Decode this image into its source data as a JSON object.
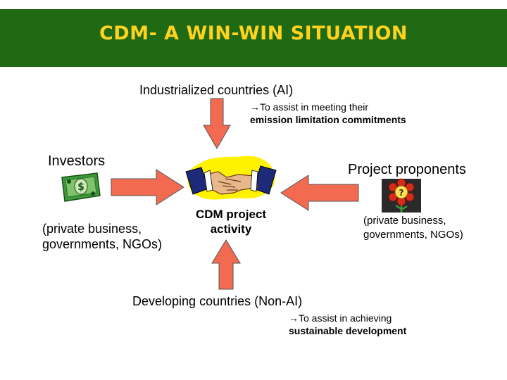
{
  "title": "CDM- A WIN-WIN SITUATION",
  "top": {
    "label": "Industrialized countries (AI)",
    "note_symbol": "→",
    "note_line1": "To assist in meeting their",
    "note_line2": "emission limitation commitments"
  },
  "investors": {
    "label": "Investors",
    "sub_line1": "(private business,",
    "sub_line2": "governments, NGOs)"
  },
  "proponents": {
    "label": "Project proponents",
    "sub_line1": "(private business,",
    "sub_line2": "governments, NGOs)"
  },
  "center": {
    "line1": "CDM project",
    "line2": "activity"
  },
  "bottom": {
    "label": "Developing countries (Non-AI)",
    "note_symbol": "→",
    "note_line1": "To assist in achieving",
    "note_line2": "sustainable development"
  },
  "colors": {
    "header_bg": "#1f6a12",
    "title": "#ffd21f",
    "arrow_fill": "#f26a50",
    "arrow_stroke": "#555555"
  },
  "icons": [
    "dollar-bill-icon",
    "handshake-icon",
    "light-bulb-flower-icon"
  ]
}
